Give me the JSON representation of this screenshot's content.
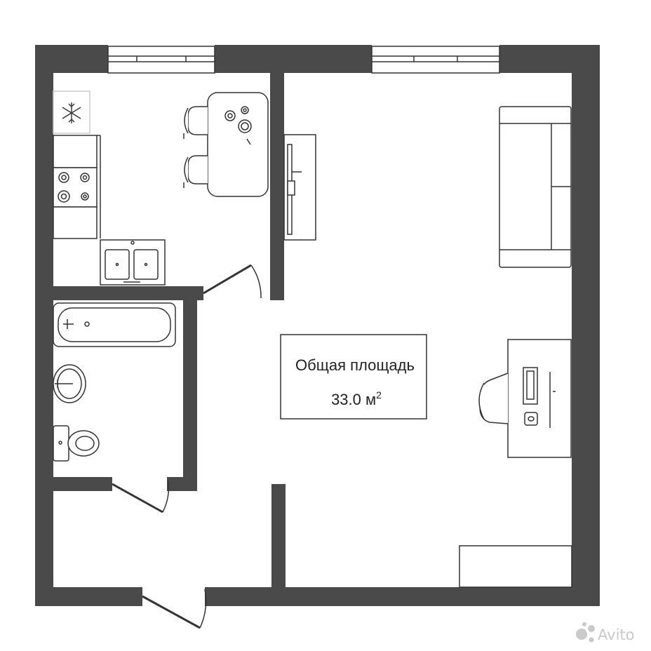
{
  "plan": {
    "area_label": "Общая площадь",
    "area_value": "33.0 м",
    "area_superscript": "2"
  },
  "watermark": {
    "text": "Avito"
  },
  "colors": {
    "wall": "#4a4a4a",
    "furniture_stroke": "#333333",
    "background": "#ffffff",
    "watermark": "#c9c9c9"
  }
}
